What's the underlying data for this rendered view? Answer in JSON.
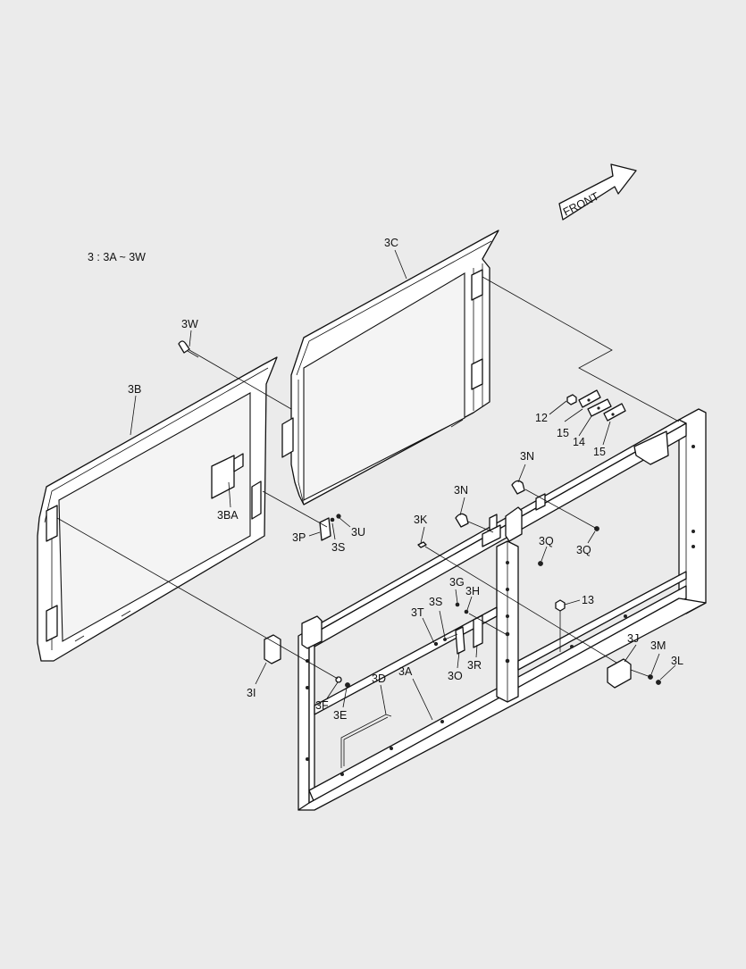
{
  "diagram": {
    "front_label": "FRONT",
    "range_note": "3 : 3A ~ 3W",
    "labels": {
      "3C": "3C",
      "3W": "3W",
      "3B": "3B",
      "3BA": "3BA",
      "3P": "3P",
      "3S_upper": "3S",
      "3U": "3U",
      "12": "12",
      "15_left": "15",
      "14": "14",
      "15_right": "15",
      "3N_upper": "3N",
      "3N_lower": "3N",
      "3K": "3K",
      "3Q_left": "3Q",
      "3Q_right": "3Q",
      "3G": "3G",
      "3H": "3H",
      "3S_lower": "3S",
      "13": "13",
      "3T": "3T",
      "3J": "3J",
      "3M": "3M",
      "3L": "3L",
      "3R": "3R",
      "3O": "3O",
      "3I": "3I",
      "3F": "3F",
      "3E": "3E",
      "3D": "3D",
      "3A": "3A"
    }
  }
}
